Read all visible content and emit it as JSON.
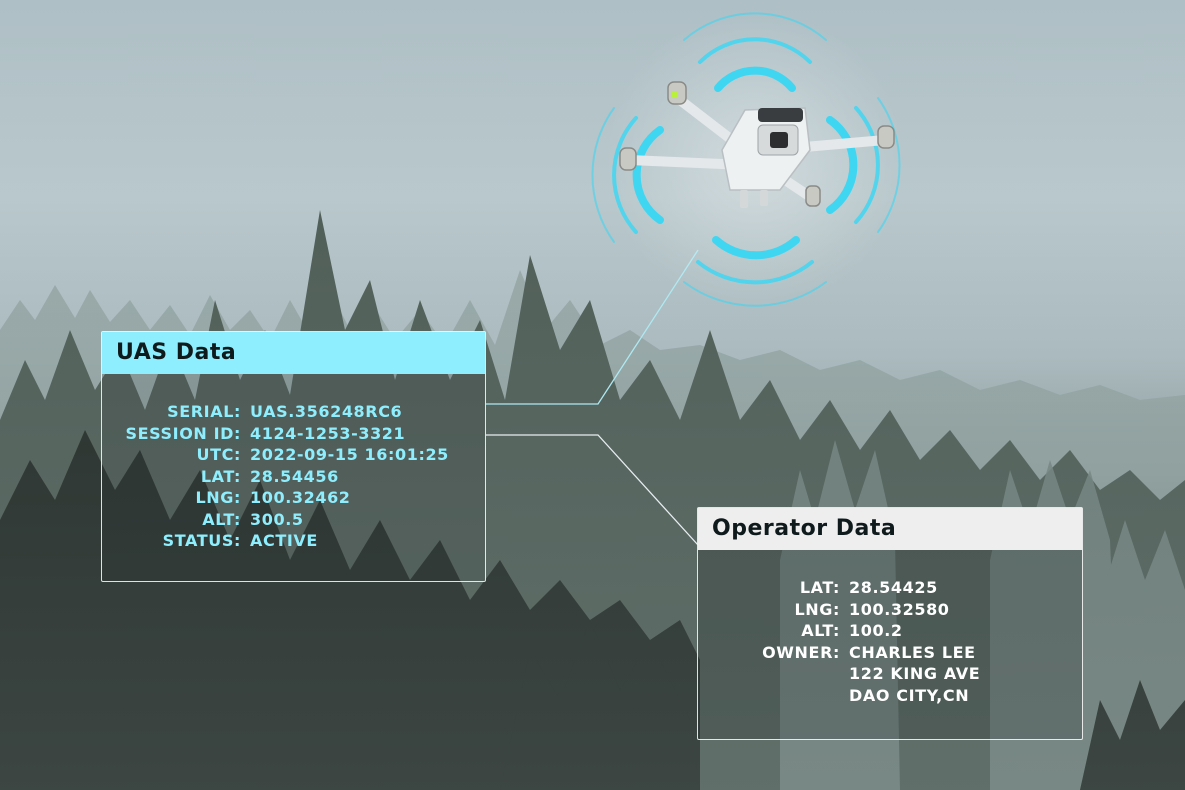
{
  "uas_panel": {
    "title": "UAS Data",
    "fields": [
      {
        "key": "SERIAL:",
        "value": "UAS.356248RC6"
      },
      {
        "key": "SESSION ID:",
        "value": "4124-1253-3321"
      },
      {
        "key": "UTC:",
        "value": "2022-09-15 16:01:25"
      },
      {
        "key": "LAT:",
        "value": "28.54456"
      },
      {
        "key": "LNG:",
        "value": "100.32462"
      },
      {
        "key": "ALT:",
        "value": "300.5"
      },
      {
        "key": "STATUS:",
        "value": "ACTIVE"
      }
    ]
  },
  "operator_panel": {
    "title": "Operator Data",
    "fields": [
      {
        "key": "LAT:",
        "value": "28.54425"
      },
      {
        "key": "LNG:",
        "value": "100.32580"
      },
      {
        "key": "ALT:",
        "value": "100.2"
      },
      {
        "key": "OWNER:",
        "value": "CHARLES LEE"
      },
      {
        "key": "",
        "value": "122 KING AVE"
      },
      {
        "key": "",
        "value": "DAO CITY,CN"
      }
    ]
  },
  "colors": {
    "uas_accent": "#8eeefd",
    "operator_header": "#eeeeee",
    "signal_rings": "#3fd6f2",
    "connector_line": "#aee9f2"
  }
}
